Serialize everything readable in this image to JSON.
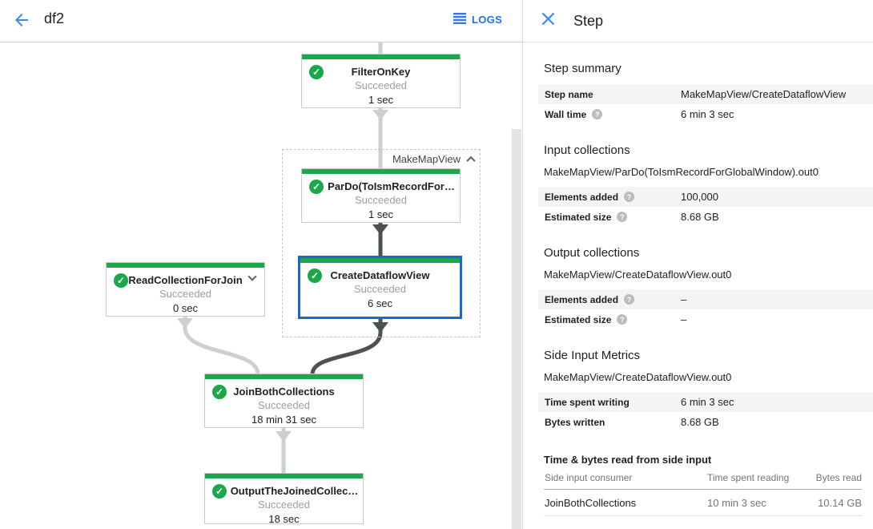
{
  "topbar": {
    "title": "df2",
    "logs_label": "LOGS"
  },
  "colors": {
    "accent_blue": "#1a73e8",
    "success_green": "#1aa84a",
    "selected_border": "#1967d2"
  },
  "graph": {
    "group_label": "MakeMapView",
    "nodes": [
      {
        "name": "FilterOnKey",
        "status": "Succeeded",
        "time": "1 sec"
      },
      {
        "name": "ParDo(ToIsmRecordFor…",
        "status": "Succeeded",
        "time": "1 sec"
      },
      {
        "name": "CreateDataflowView",
        "status": "Succeeded",
        "time": "6 sec"
      },
      {
        "name": "ReadCollectionForJoin",
        "status": "Succeeded",
        "time": "0 sec"
      },
      {
        "name": "JoinBothCollections",
        "status": "Succeeded",
        "time": "18 min 31 sec"
      },
      {
        "name": "OutputTheJoinedCollec…",
        "status": "Succeeded",
        "time": "18 sec"
      }
    ]
  },
  "panel": {
    "title": "Step",
    "step_summary": {
      "heading": "Step summary",
      "rows": [
        {
          "label": "Step name",
          "value": "MakeMapView/CreateDataflowView"
        },
        {
          "label": "Wall time",
          "value": "6 min 3 sec"
        }
      ]
    },
    "input_collections": {
      "heading": "Input collections",
      "collection": "MakeMapView/ParDo(ToIsmRecordForGlobalWindow).out0",
      "rows": [
        {
          "label": "Elements added",
          "value": "100,000"
        },
        {
          "label": "Estimated size",
          "value": "8.68 GB"
        }
      ]
    },
    "output_collections": {
      "heading": "Output collections",
      "collection": "MakeMapView/CreateDataflowView.out0",
      "rows": [
        {
          "label": "Elements added",
          "value": "–"
        },
        {
          "label": "Estimated size",
          "value": "–"
        }
      ]
    },
    "side_input_metrics": {
      "heading": "Side Input Metrics",
      "collection": "MakeMapView/CreateDataflowView.out0",
      "rows": [
        {
          "label": "Time spent writing",
          "value": "6 min 3 sec"
        },
        {
          "label": "Bytes written",
          "value": "8.68 GB"
        }
      ]
    },
    "side_input_table": {
      "heading": "Time & bytes read from side input",
      "columns": [
        "Side input consumer",
        "Time spent reading",
        "Bytes read"
      ],
      "rows": [
        {
          "consumer": "JoinBothCollections",
          "time": "10 min 3 sec",
          "bytes": "10.14 GB"
        }
      ]
    }
  }
}
